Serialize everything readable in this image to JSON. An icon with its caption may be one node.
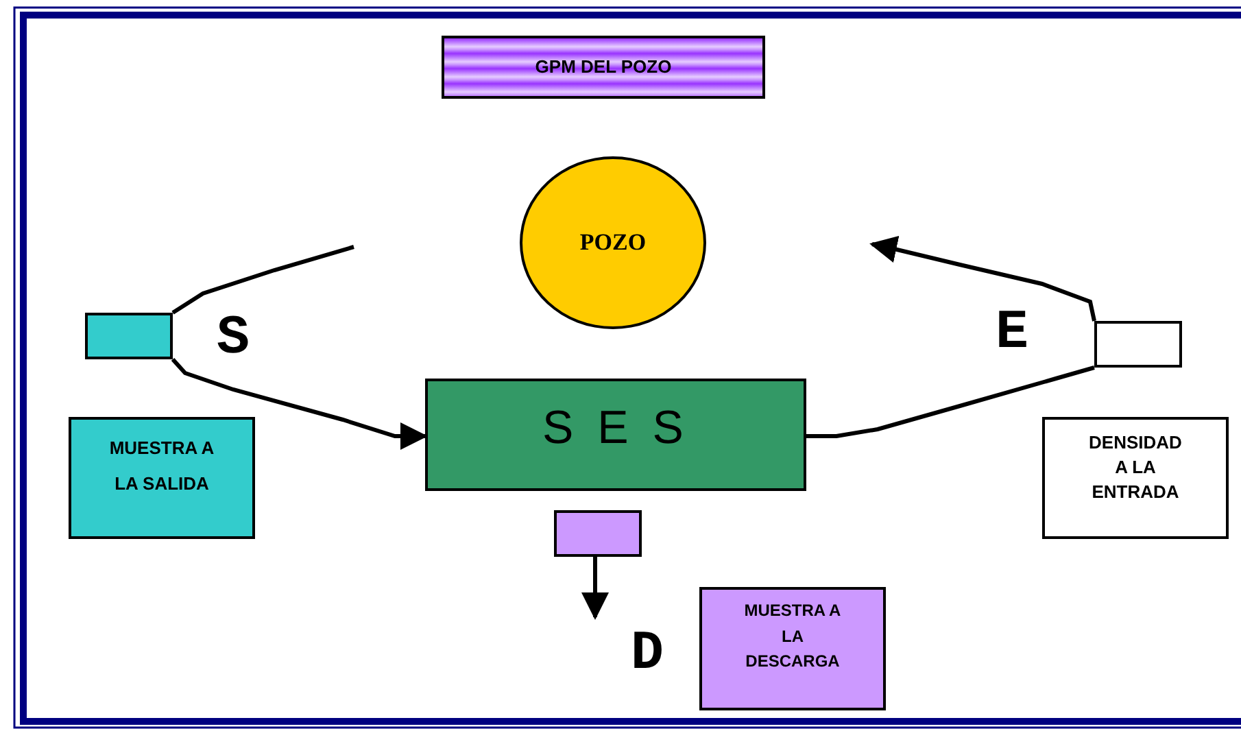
{
  "diagram": {
    "nodes": [
      {
        "text": [
          "GPM DEL POZO"
        ]
      },
      {
        "text": [
          "POZO"
        ]
      },
      {
        "text": [],
        "shape": "box"
      },
      {
        "text": [],
        "shape": "box"
      },
      {
        "text": [
          "S E S"
        ]
      },
      {
        "text": [],
        "shape": "box"
      },
      {
        "text": [
          "MUESTRA A LA SALIDA"
        ]
      },
      {
        "text": [
          "DENSIDAD A LA ENTRADA"
        ]
      },
      {
        "text": [
          "MUESTRA A LA DESCARGA"
        ]
      }
    ],
    "edges": [
      {
        "from": null,
        "to": 2,
        "arrow": "none"
      },
      {
        "from": 2,
        "to": 4,
        "arrow": "to"
      },
      {
        "from": 4,
        "to": 3,
        "arrow": "none"
      },
      {
        "from": 3,
        "to": null,
        "arrow": "to"
      },
      {
        "from": 5,
        "to": null,
        "arrow": "to"
      }
    ],
    "labels": [
      "S",
      "E",
      "D"
    ]
  }
}
